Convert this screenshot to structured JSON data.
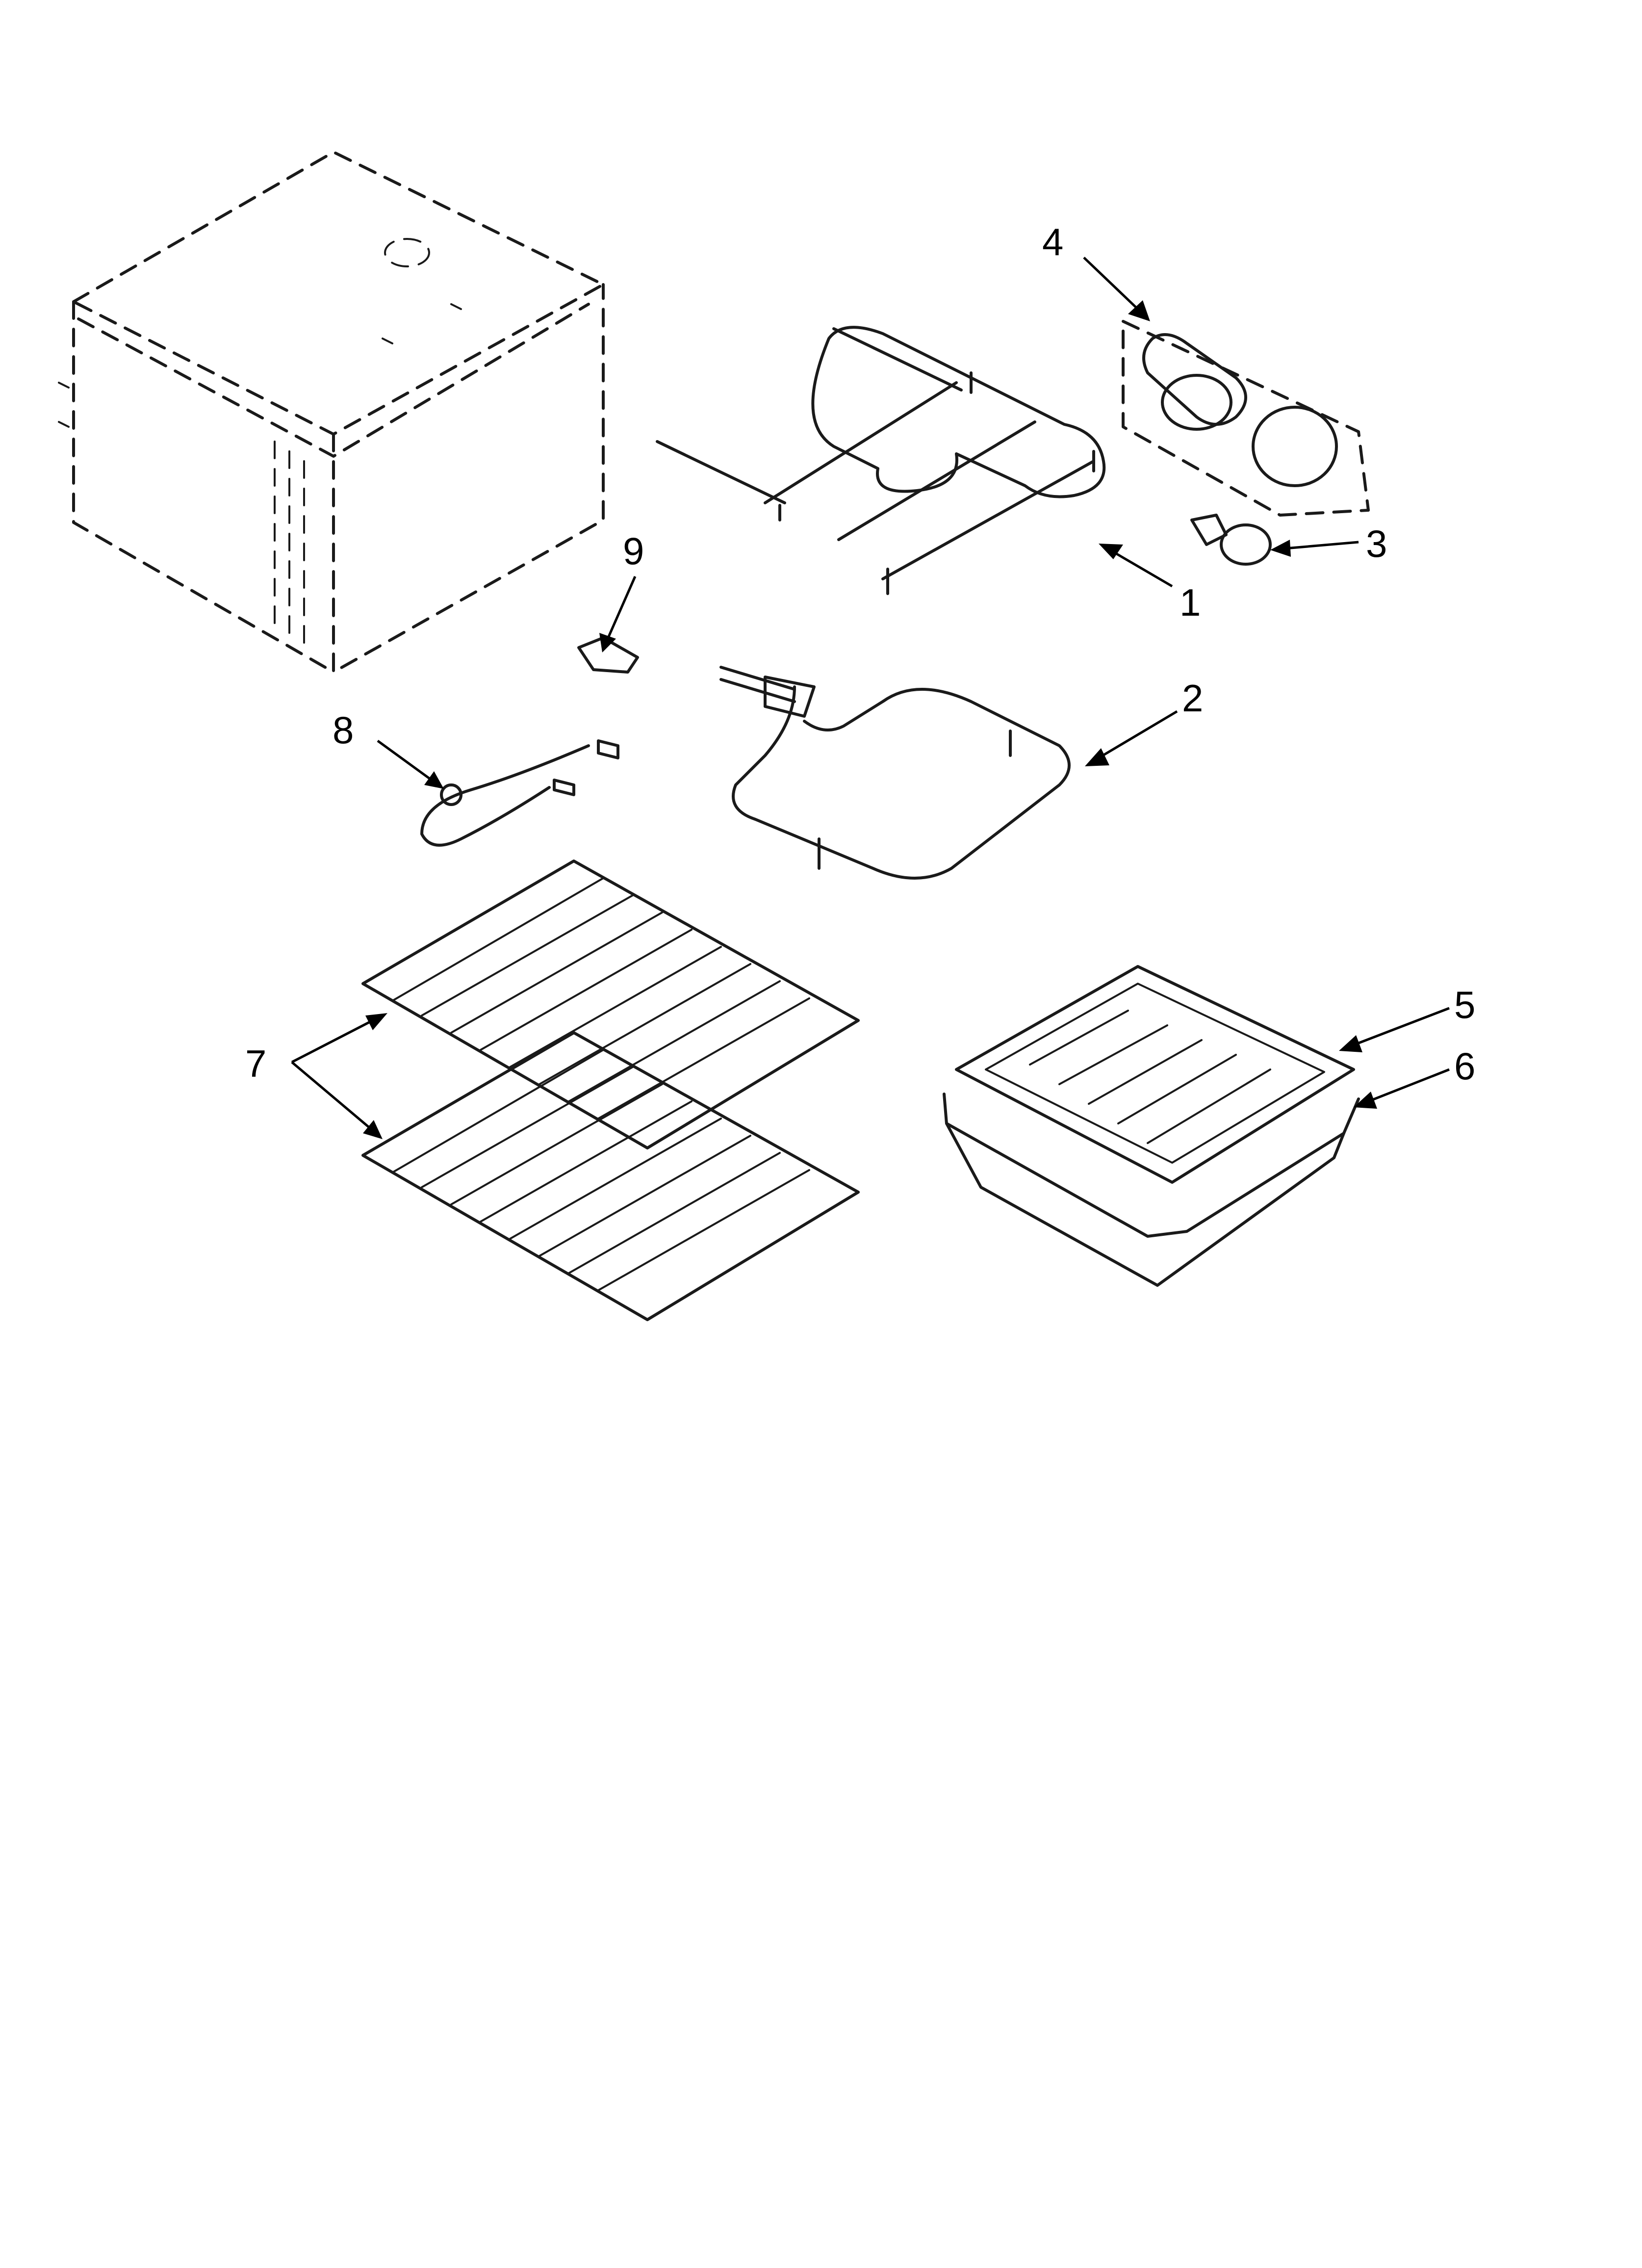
{
  "diagram": {
    "callouts": [
      {
        "id": "1",
        "label": "1",
        "part": "broil-element"
      },
      {
        "id": "2",
        "label": "2",
        "part": "bake-element"
      },
      {
        "id": "3",
        "label": "3",
        "part": "light-bulb"
      },
      {
        "id": "4",
        "label": "4",
        "part": "light-socket-assembly"
      },
      {
        "id": "5",
        "label": "5",
        "part": "broiler-grid"
      },
      {
        "id": "6",
        "label": "6",
        "part": "broiler-pan"
      },
      {
        "id": "7",
        "label": "7",
        "part": "oven-racks"
      },
      {
        "id": "8",
        "label": "8",
        "part": "temperature-sensor"
      },
      {
        "id": "9",
        "label": "9",
        "part": "clip"
      }
    ]
  }
}
